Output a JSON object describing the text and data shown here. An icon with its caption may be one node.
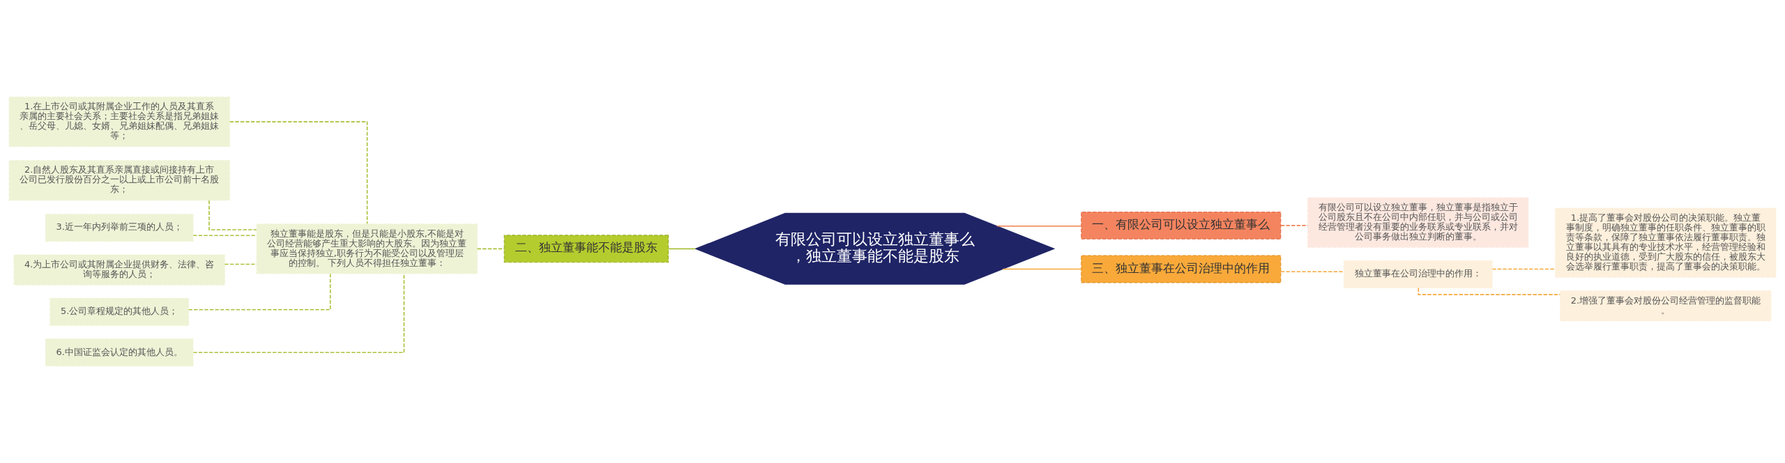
{
  "diagram": {
    "nodes": [
      {
        "text": [
          "有限公司可以设立独立董事么，独立董事能不能是股东"
        ]
      },
      {
        "text": [
          "一、有限公司可以设立独立董事么"
        ]
      },
      {
        "text": [
          "有限公司可以设立独立董事，独立董事是指独立于公司股东且不在公司中内部任职，并与公司或公司经营管理者没有重要的业务联系或专业联系，并对公司事务做出独立判断的董事。"
        ]
      },
      {
        "text": [
          "三、独立董事在公司治理中的作用"
        ]
      },
      {
        "text": [
          "独立董事在公司治理中的作用："
        ]
      },
      {
        "text": [
          "1.提高了董事会对股份公司的决策职能。独立董事制度，明确独立董事的任职条件、独立董事的职责等条款，保障了独立董事依法履行董事职责。独立董事以其具有的专业技术水平，经营管理经验和良好的执业道德，受到广大股东的信任，被股东大会选举履行董事职责，提高了董事会的决策职能。"
        ]
      },
      {
        "text": [
          "2.增强了董事会对股份公司经营管理的监督职能。"
        ]
      },
      {
        "text": [
          "二、独立董事能不能是股东"
        ]
      },
      {
        "text": [
          "独立董事能是股东，但是只能是小股东,不能是对公司经营能够产生重大影响的大股东。因为独立董事应当保持独立,职务行为不能受公司以及管理层的控制。 下列人员不得担任独立董事："
        ]
      },
      {
        "text": [
          "1.在上市公司或其附属企业工作的人员及其直系亲属的主要社会关系；主要社会关系是指兄弟姐妹、岳父母、儿媳、女婿、兄弟姐妹配偶、兄弟姐妹等；"
        ]
      },
      {
        "text": [
          "2.自然人股东及其直系亲属直接或间接持有上市公司已发行股份百分之一以上或上市公司前十名股东；"
        ]
      },
      {
        "text": [
          "3.近一年内列举前三项的人员；"
        ]
      },
      {
        "text": [
          "4.为上市公司或其附属企业提供财务、法律、咨询等服务的人员；"
        ]
      },
      {
        "text": [
          "5.公司章程规定的其他人员；"
        ]
      },
      {
        "text": [
          "6.中国证监会认定的其他人员。"
        ]
      }
    ],
    "edges": [
      {
        "from": 0,
        "to": 1,
        "arrow": "none",
        "color": "#f08050"
      },
      {
        "from": 1,
        "to": 2,
        "arrow": "none",
        "style": "dashed",
        "color": "#f08050"
      },
      {
        "from": 0,
        "to": 3,
        "arrow": "none",
        "color": "#f5a83a"
      },
      {
        "from": 3,
        "to": 4,
        "arrow": "none",
        "style": "dashed",
        "color": "#f5a83a"
      },
      {
        "from": 4,
        "to": 5,
        "arrow": "none",
        "style": "dashed",
        "color": "#f5a83a"
      },
      {
        "from": 4,
        "to": 6,
        "arrow": "none",
        "style": "dashed",
        "color": "#f5a83a"
      },
      {
        "from": 0,
        "to": 7,
        "arrow": "none",
        "color": "#a9c23a"
      },
      {
        "from": 7,
        "to": 8,
        "arrow": "none",
        "style": "dashed",
        "color": "#a9c23a"
      },
      {
        "from": 8,
        "to": 9,
        "arrow": "none",
        "style": "dashed",
        "color": "#a9c23a"
      },
      {
        "from": 8,
        "to": 10,
        "arrow": "none",
        "style": "dashed",
        "color": "#a9c23a"
      },
      {
        "from": 8,
        "to": 11,
        "arrow": "none",
        "style": "dashed",
        "color": "#a9c23a"
      },
      {
        "from": 8,
        "to": 12,
        "arrow": "none",
        "style": "dashed",
        "color": "#a9c23a"
      },
      {
        "from": 8,
        "to": 13,
        "arrow": "none",
        "style": "dashed",
        "color": "#a9c23a"
      },
      {
        "from": 8,
        "to": 14,
        "arrow": "none",
        "style": "dashed",
        "color": "#a9c23a"
      }
    ]
  }
}
